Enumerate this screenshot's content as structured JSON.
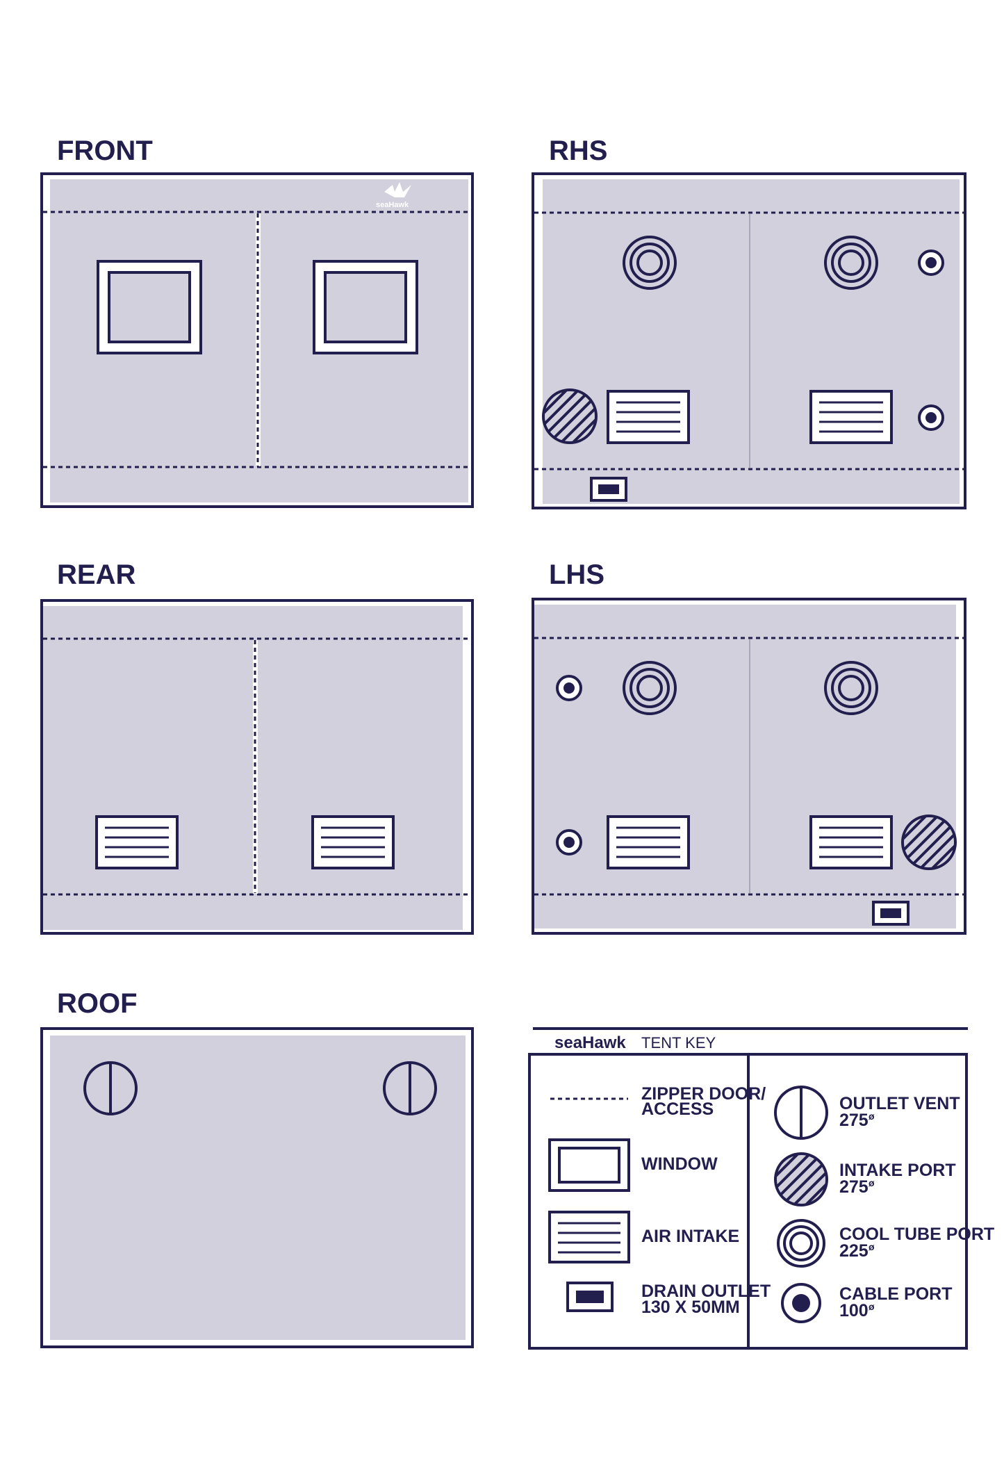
{
  "colors": {
    "navy": "#221e4e",
    "fabric": "#d1d0dc",
    "background": "#ffffff"
  },
  "panels": {
    "front": {
      "title": "FRONT",
      "logo": "seaHawk"
    },
    "rhs": {
      "title": "RHS"
    },
    "rear": {
      "title": "REAR"
    },
    "lhs": {
      "title": "LHS"
    },
    "roof": {
      "title": "ROOF"
    }
  },
  "key": {
    "brand": "seaHawk",
    "title": "TENT KEY",
    "left_items": [
      {
        "icon": "zipper-line-icon",
        "line1": "ZIPPER DOOR/",
        "line2": "ACCESS"
      },
      {
        "icon": "window-icon",
        "line1": "WINDOW",
        "line2": ""
      },
      {
        "icon": "air-intake-icon",
        "line1": "AIR INTAKE",
        "line2": ""
      },
      {
        "icon": "drain-outlet-icon",
        "line1": "DRAIN OUTLET",
        "line2": "130 X 50MM"
      }
    ],
    "right_items": [
      {
        "icon": "outlet-vent-icon",
        "line1": "OUTLET VENT",
        "line2": "275",
        "unit": "ø"
      },
      {
        "icon": "intake-port-icon",
        "line1": "INTAKE PORT",
        "line2": "275",
        "unit": "ø"
      },
      {
        "icon": "cool-tube-port-icon",
        "line1": "COOL TUBE PORT",
        "line2": "225",
        "unit": "ø"
      },
      {
        "icon": "cable-port-icon",
        "line1": "CABLE PORT",
        "line2": "100",
        "unit": "ø"
      }
    ]
  }
}
